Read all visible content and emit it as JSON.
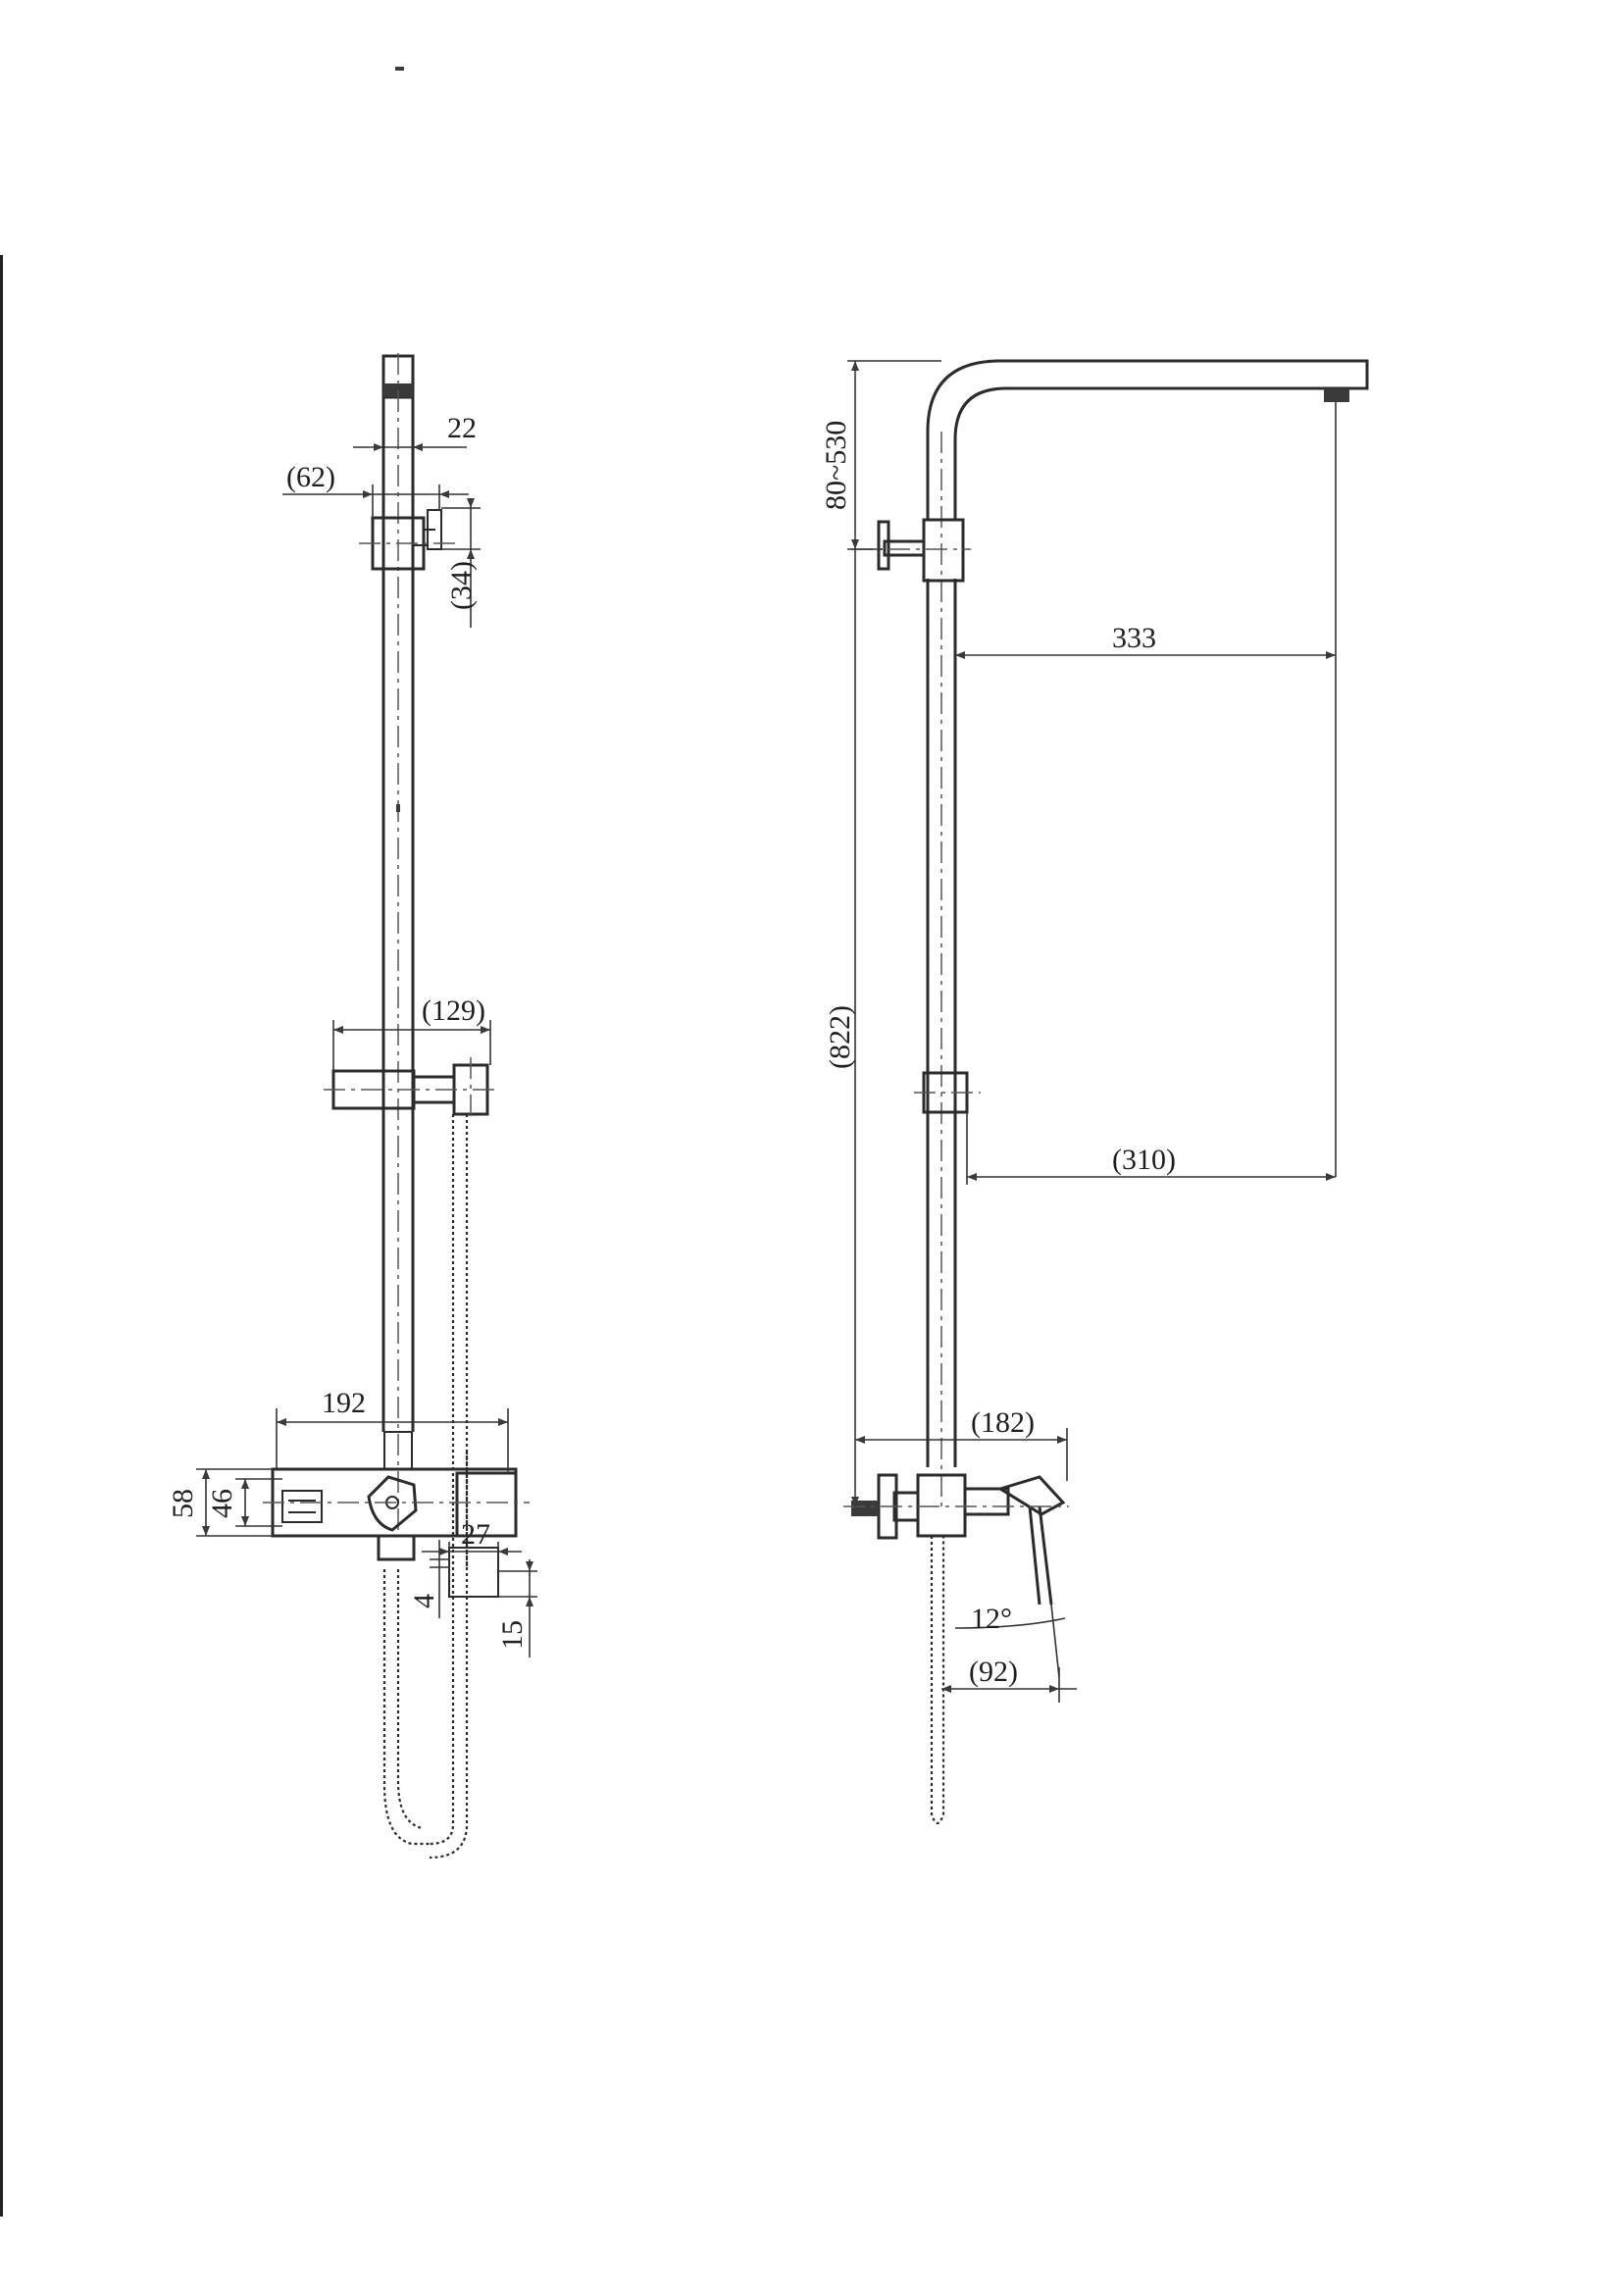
{
  "front_view": {
    "dims": {
      "d22": "22",
      "d62": "(62)",
      "d34": "(34)",
      "d129": "(129)",
      "d192": "192",
      "d58": "58",
      "d46": "46",
      "d27": "27",
      "d4": "4",
      "d15": "15"
    }
  },
  "side_view": {
    "dims": {
      "d80_530": "80~530",
      "d333": "333",
      "d822": "(822)",
      "d310": "(310)",
      "d182": "(182)",
      "d12deg": "12°",
      "d92": "(92)"
    }
  }
}
